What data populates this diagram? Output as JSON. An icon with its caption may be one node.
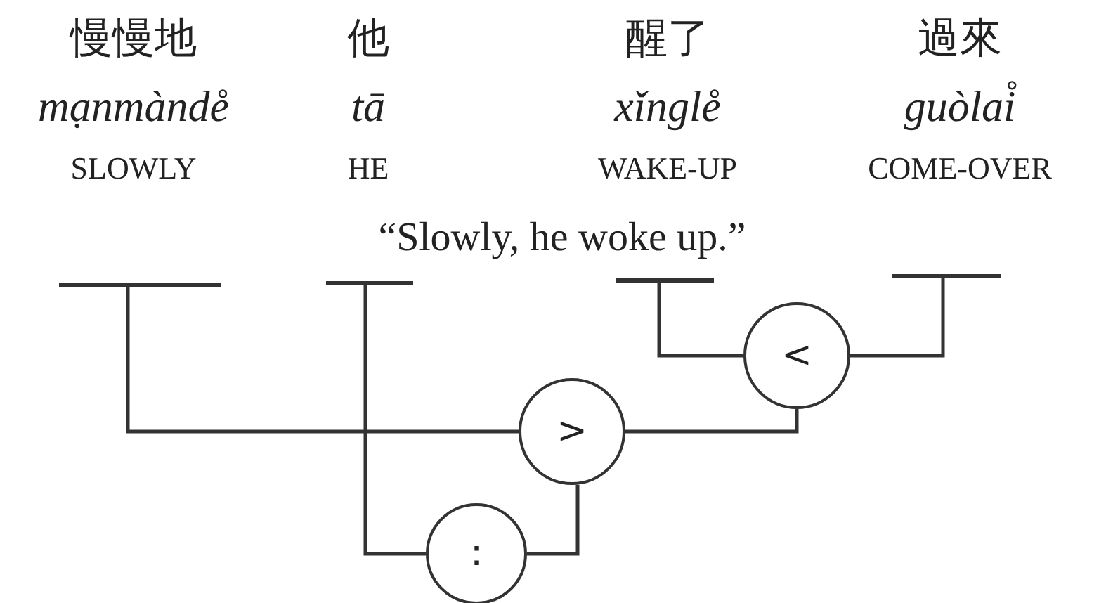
{
  "diagram": {
    "caption": "“Slowly, he woke up.”",
    "nodes": [
      {
        "text": [
          "慢慢地",
          "mạnmànde̊",
          "SLOWLY"
        ]
      },
      {
        "text": [
          "他",
          "tā",
          "HE"
        ]
      },
      {
        "text": [
          "醒了",
          "xǐngle̊",
          "WAKE-UP"
        ]
      },
      {
        "text": [
          "過來",
          "guòlai̊",
          "COME-OVER"
        ]
      },
      {
        "text": [
          "<"
        ]
      },
      {
        "text": [
          ">"
        ]
      },
      {
        "text": [
          ":"
        ]
      }
    ],
    "edges": [
      {
        "from": 2,
        "to": 4,
        "arrow": "none"
      },
      {
        "from": 3,
        "to": 4,
        "arrow": "none"
      },
      {
        "from": 0,
        "to": 5,
        "arrow": "none"
      },
      {
        "from": 4,
        "to": 5,
        "arrow": "none"
      },
      {
        "from": 1,
        "to": 6,
        "arrow": "none"
      },
      {
        "from": 6,
        "to": 5,
        "arrow": "none"
      }
    ]
  }
}
